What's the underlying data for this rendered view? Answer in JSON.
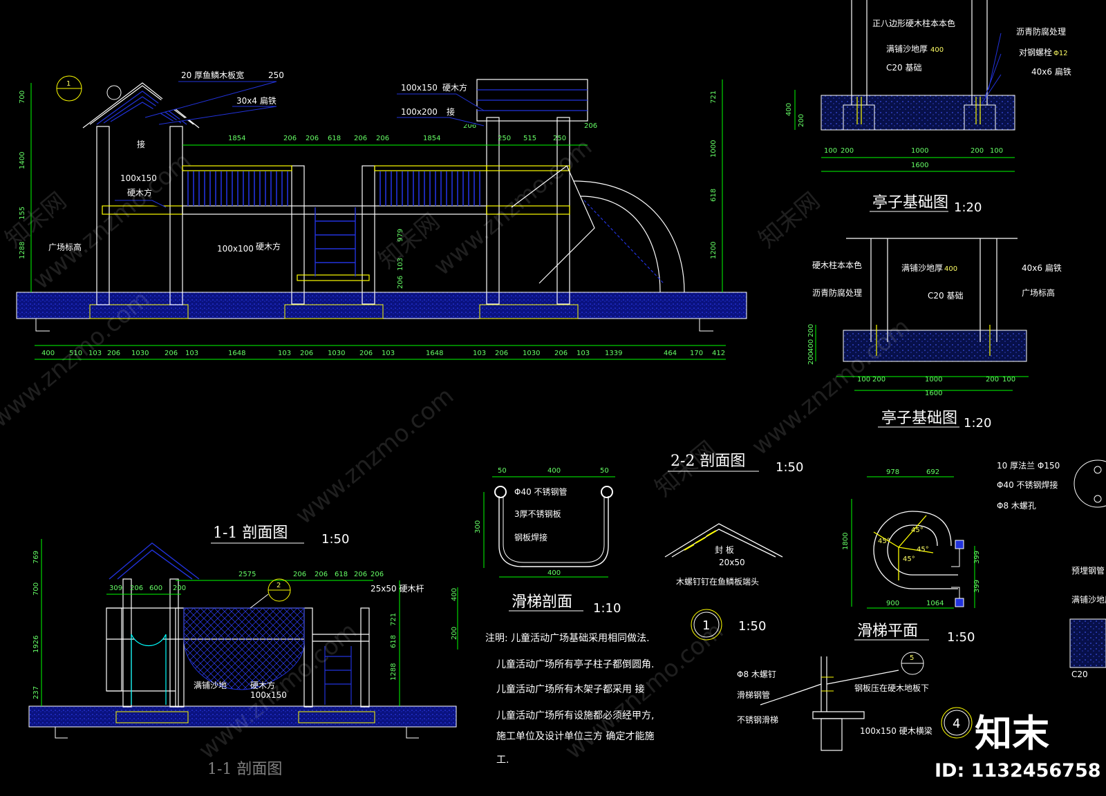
{
  "elevation": {
    "roof_note": "20 厚鱼鳞木板宽",
    "roof_note_val": "250",
    "iron_note": "30x4 扁铁",
    "joint_note": "接",
    "post_note_size": "100x150",
    "post_note": "硬木方",
    "ground_note": "广场标高",
    "rail_size": "100x100",
    "rail_note": "硬木方",
    "board1_size": "100x150",
    "board1_note": "硬木方",
    "board2_size": "100x200",
    "board2_note": "接",
    "left_dims": [
      "700",
      "1400",
      "155",
      "1288"
    ],
    "right_dims": [
      "721",
      "1000",
      "618",
      "1200"
    ],
    "mid_dims": [
      "979",
      "103",
      "206"
    ],
    "top_dims": [
      "1854",
      "206",
      "206",
      "618",
      "206",
      "206",
      "1854",
      "206",
      "250",
      "515",
      "250",
      "206"
    ],
    "bottom_dims": [
      "400",
      "510",
      "103",
      "206",
      "1030",
      "206",
      "103",
      "1648",
      "103",
      "206",
      "1030",
      "206",
      "103",
      "1648",
      "103",
      "206",
      "1030",
      "206",
      "103",
      "1339",
      "464",
      "170",
      "412"
    ]
  },
  "found1": {
    "labels": [
      "正八边形硬木柱本本色",
      "满铺沙地厚",
      "C20 基础",
      "沥青防腐处理",
      "对钢螺栓",
      "40x6 扁铁"
    ],
    "label_vals": [
      "400",
      "Φ12"
    ],
    "side_dims": [
      "400",
      "200"
    ],
    "bottom_dims": [
      "100",
      "200",
      "1000",
      "200",
      "100"
    ],
    "total": "1600",
    "title": "亭子基础图",
    "scale": "1:20"
  },
  "found2": {
    "labels": [
      "硬木柱本本色",
      "沥青防腐处理",
      "满铺沙地厚",
      "C20 基础",
      "40x6 扁铁",
      "广场标高"
    ],
    "label_val": "400",
    "side_dims": [
      "200",
      "400",
      "200"
    ],
    "bottom_dims": [
      "100",
      "200",
      "1000",
      "200",
      "100"
    ],
    "total": "1600",
    "title": "亭子基础图",
    "scale": "1:20"
  },
  "section11": {
    "title": "1-1 剖面图",
    "scale": "1:50",
    "left_dims": [
      "769",
      "700",
      "1926",
      "237"
    ],
    "right_dims": [
      "721",
      "618",
      "1288"
    ],
    "top_dims": [
      "2575",
      "206",
      "206",
      "618",
      "206",
      "206"
    ],
    "sub_dims": [
      "309",
      "206",
      "600",
      "200"
    ],
    "labels": [
      "25x50 硬木杆",
      "满铺沙地",
      "硬木方",
      "100x150"
    ],
    "bubble": "2",
    "bottom_caption": "1-1 剖面图"
  },
  "slide_section": {
    "labels": [
      "Φ40 不锈钢管",
      "3厚不锈钢板",
      "钢板焊接"
    ],
    "top_dims": [
      "50",
      "400",
      "50"
    ],
    "side_dim": "300",
    "bottom_dim": "400",
    "title": "滑梯剖面",
    "scale": "1:10"
  },
  "notes": {
    "lines": [
      "注明: 儿童活动广场基础采用相同做法.",
      "儿童活动广场所有亭子柱子都倒圆角.",
      "儿童活动广场所有木架子都采用 接",
      "儿童活动广场所有设施都必须经甲方,",
      "施工单位及设计单位三方 确定才能施",
      "工."
    ],
    "side_dims": [
      "400",
      "200"
    ]
  },
  "section22": {
    "title": "2-2 剖面图",
    "scale": "1:50",
    "labels": [
      "封 板",
      "20x50",
      "木螺钉钉在鱼鳞板端头"
    ]
  },
  "detail1": {
    "num": "1",
    "scale": "1:50"
  },
  "slide_plan": {
    "title": "滑梯平面",
    "scale": "1:50",
    "top_dims": [
      "978",
      "692"
    ],
    "bottom_dims": [
      "900",
      "1064"
    ],
    "side_dim": "1800",
    "right_dims": [
      "399",
      "399"
    ],
    "angles": [
      "45°",
      "45°",
      "45°",
      "45°"
    ]
  },
  "detail5": {
    "labels": [
      "Φ8 木螺钉",
      "滑梯钢管",
      "不锈钢滑梯",
      "钢板压在硬木地板下",
      "100x150 硬木横梁"
    ],
    "bubble": "5",
    "bubble4": "4"
  },
  "right_partial": {
    "labels": [
      "10 厚法兰 Φ150",
      "Φ40 不锈钢焊接",
      "Φ8 木螺孔",
      "预埋钢管",
      "满铺沙地厚",
      "C20"
    ]
  },
  "bubbles": {
    "elev": "1"
  },
  "watermark": {
    "site": "www.znzmo.com",
    "cn": "知末网"
  },
  "brand": {
    "logo": "知末",
    "id": "ID: 1132456758"
  },
  "colors": {
    "line": "#ffffff",
    "dim": "#00ff00",
    "yellow": "#ffff00",
    "blue": "#2233dd",
    "cyan": "#00ffff",
    "magenta": "#ff33ff"
  }
}
